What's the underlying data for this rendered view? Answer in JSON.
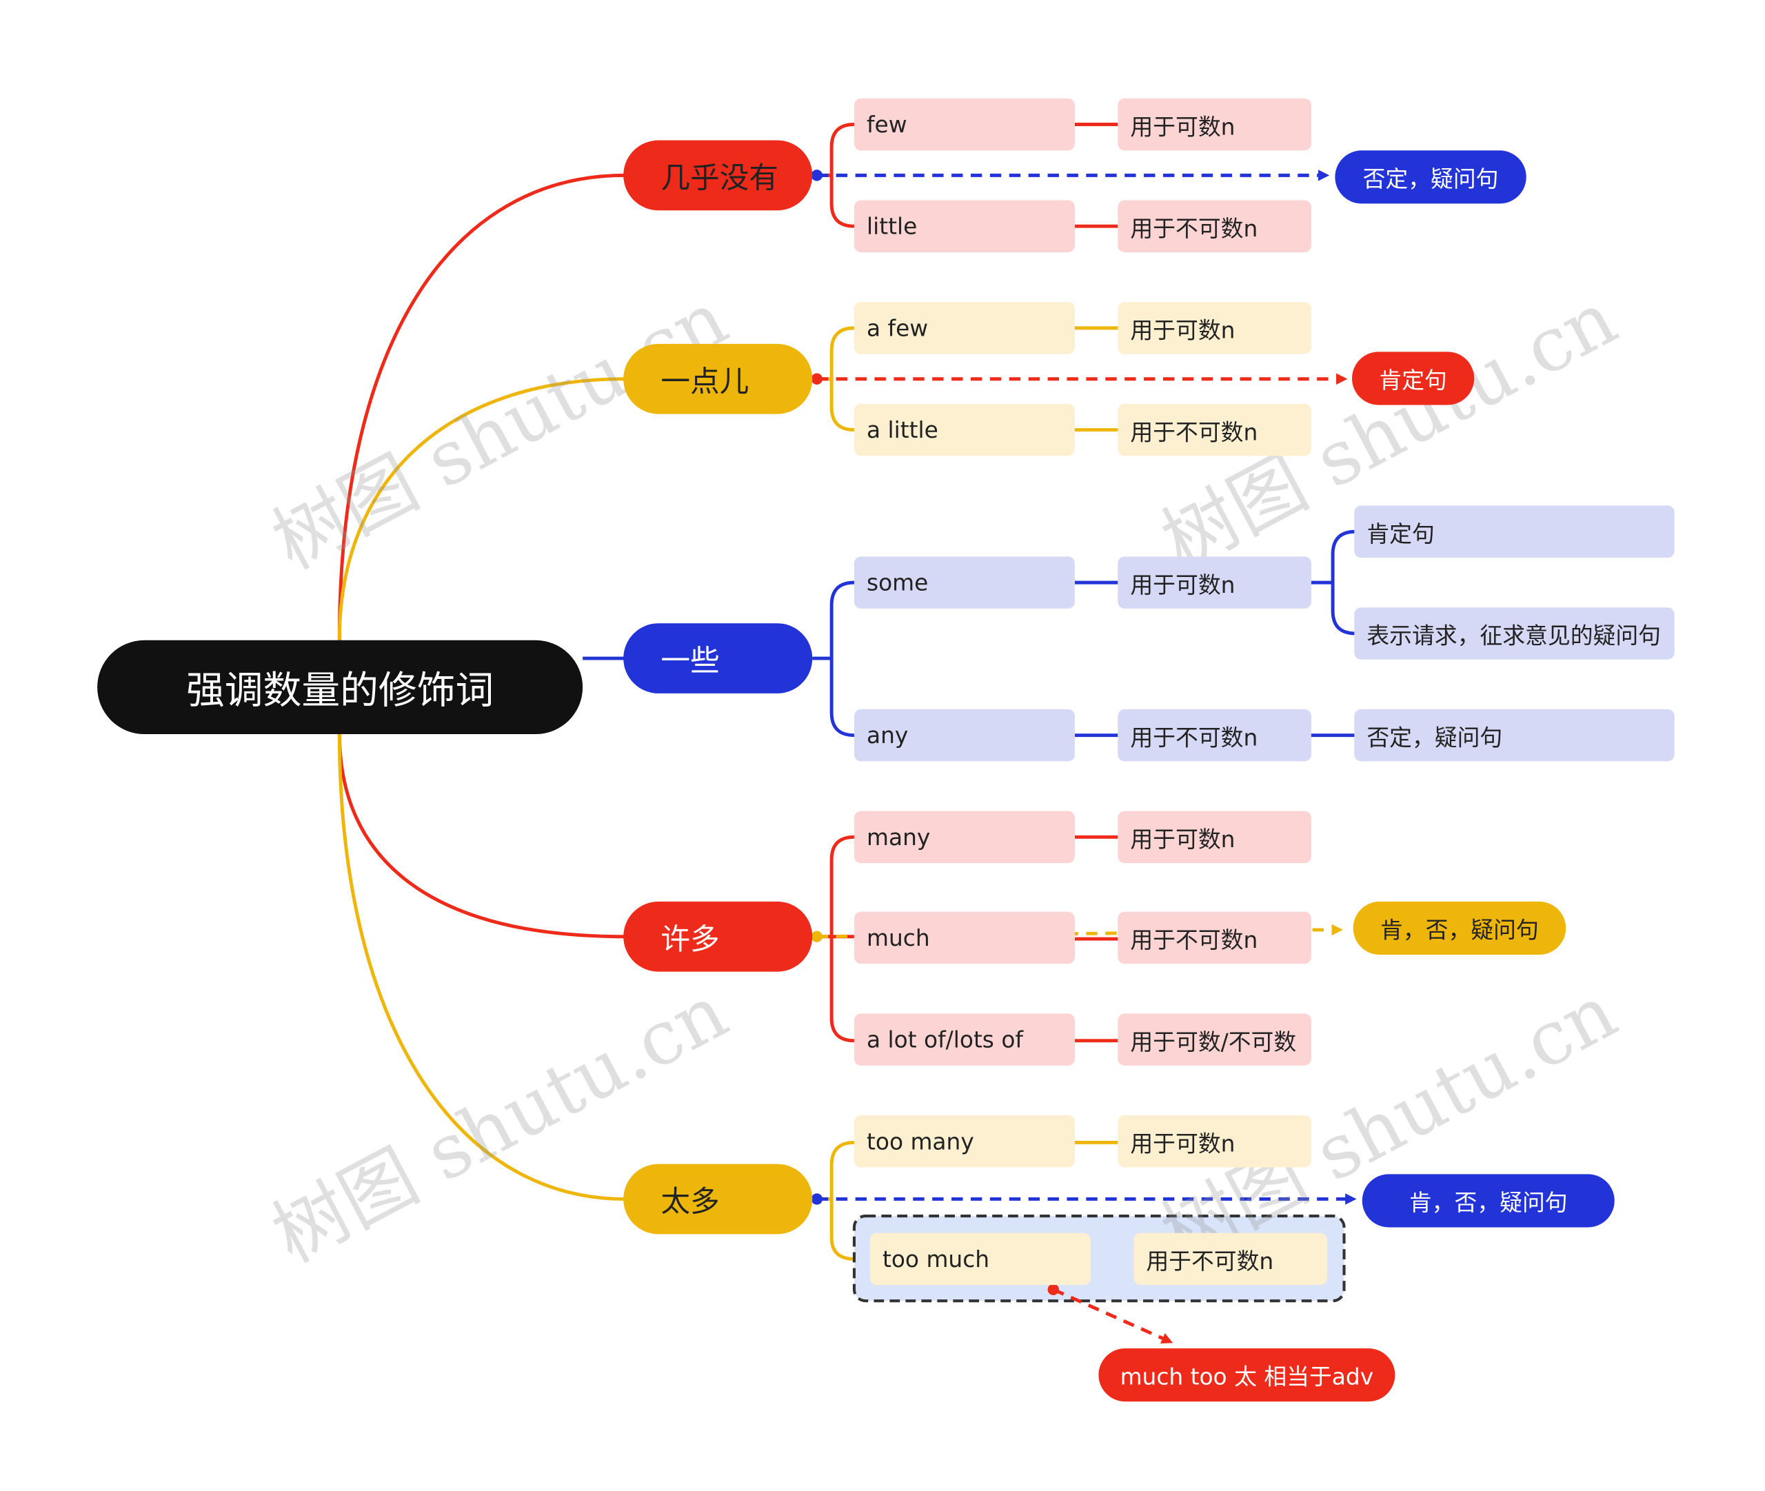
{
  "colors": {
    "red": "#ee2a1b",
    "yellow": "#eeb60a",
    "blue": "#2233d8",
    "black": "#111111",
    "leaf_red": "#fcd4d3",
    "leaf_yellow": "#fcf0d0",
    "leaf_blue": "#d6d9f6",
    "boundary_fill": "#d9e4fb"
  },
  "root": {
    "label": "强调数量的修饰词"
  },
  "branches": [
    {
      "label": "几乎没有",
      "color": "red",
      "items": [
        {
          "word": "few",
          "usage": "用于可数n"
        },
        {
          "word": "little",
          "usage": "用于不可数n"
        }
      ],
      "note": "否定，疑问句",
      "note_color": "blue"
    },
    {
      "label": "一点儿",
      "color": "yellow",
      "items": [
        {
          "word": "a few",
          "usage": "用于可数n"
        },
        {
          "word": "a little",
          "usage": "用于不可数n"
        }
      ],
      "note": "肯定句",
      "note_color": "red"
    },
    {
      "label": "一些",
      "color": "blue",
      "items": [
        {
          "word": "some",
          "usage": "用于可数n",
          "details": [
            "肯定句",
            "表示请求，征求意见的疑问句"
          ]
        },
        {
          "word": "any",
          "usage": "用于不可数n",
          "details": [
            "否定，疑问句"
          ]
        }
      ]
    },
    {
      "label": "许多",
      "color": "red",
      "items": [
        {
          "word": "many",
          "usage": "用于可数n"
        },
        {
          "word": "much",
          "usage": "用于不可数n"
        },
        {
          "word": "a lot of/lots of",
          "usage": "用于可数/不可数"
        }
      ],
      "note": "肯，否，疑问句",
      "note_color": "yellow"
    },
    {
      "label": "太多",
      "color": "yellow",
      "items": [
        {
          "word": "too many",
          "usage": "用于可数n"
        },
        {
          "word": "too much",
          "usage": "用于不可数n"
        }
      ],
      "note": "肯，否，疑问句",
      "note_color": "blue",
      "extra_note": "much too 太 相当于adv"
    }
  ],
  "watermark": "树图 shutu.cn"
}
